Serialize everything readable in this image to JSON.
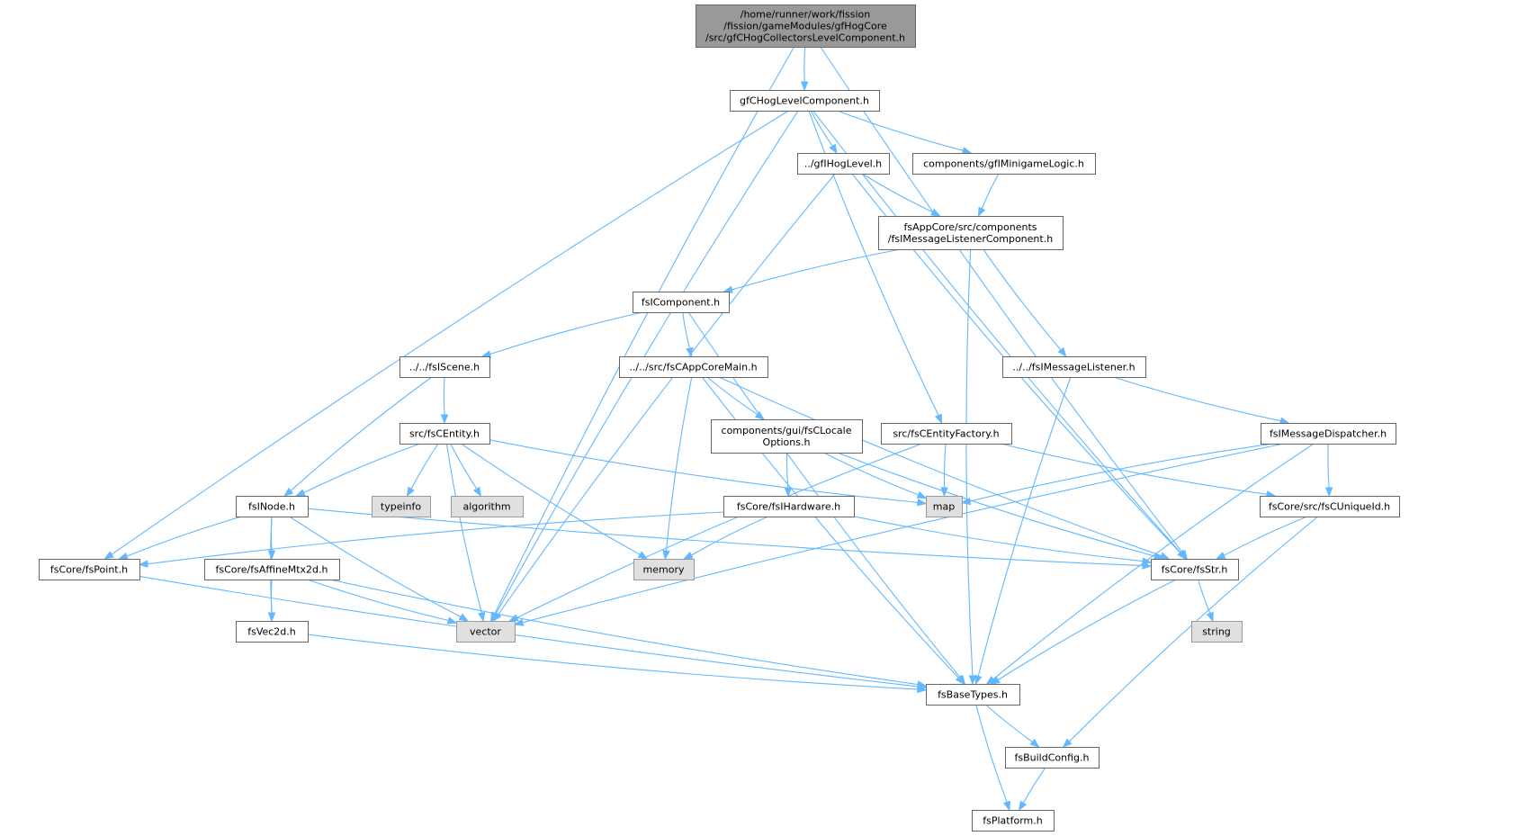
{
  "diagram": {
    "nodes": {
      "root": {
        "lines": [
          "/home/runner/work/fission",
          "/fission/gameModules/gfHogCore",
          "/src/gfCHogCollectorsLevelComponent.h"
        ],
        "kind": "root"
      },
      "hogLevelComponent": {
        "lines": [
          "gfCHogLevelComponent.h"
        ],
        "kind": "file"
      },
      "gfIHogLevel": {
        "lines": [
          "../gfIHogLevel.h"
        ],
        "kind": "file"
      },
      "minigameLogic": {
        "lines": [
          "components/gfIMinigameLogic.h"
        ],
        "kind": "file"
      },
      "msgListenerComponent": {
        "lines": [
          "fsAppCore/src/components",
          "/fsIMessageListenerComponent.h"
        ],
        "kind": "file"
      },
      "fsIComponent": {
        "lines": [
          "fsIComponent.h"
        ],
        "kind": "file"
      },
      "fsIScene": {
        "lines": [
          "../../fsIScene.h"
        ],
        "kind": "file"
      },
      "appCoreMain": {
        "lines": [
          "../../src/fsCAppCoreMain.h"
        ],
        "kind": "file"
      },
      "fsIMessageListener": {
        "lines": [
          "../../fsIMessageListener.h"
        ],
        "kind": "file"
      },
      "fsCEntity": {
        "lines": [
          "src/fsCEntity.h"
        ],
        "kind": "file"
      },
      "localeOptions": {
        "lines": [
          "components/gui/fsCLocale",
          "Options.h"
        ],
        "kind": "file"
      },
      "entityFactory": {
        "lines": [
          "src/fsCEntityFactory.h"
        ],
        "kind": "file"
      },
      "msgDispatcher": {
        "lines": [
          "fsIMessageDispatcher.h"
        ],
        "kind": "file"
      },
      "fsINode": {
        "lines": [
          "fsINode.h"
        ],
        "kind": "file"
      },
      "typeinfo": {
        "lines": [
          "typeinfo"
        ],
        "kind": "sys"
      },
      "algorithm": {
        "lines": [
          "algorithm"
        ],
        "kind": "sys"
      },
      "map": {
        "lines": [
          "map"
        ],
        "kind": "sys"
      },
      "fsIHardware": {
        "lines": [
          "fsCore/fsIHardware.h"
        ],
        "kind": "file"
      },
      "uniqueId": {
        "lines": [
          "fsCore/src/fsCUniqueId.h"
        ],
        "kind": "file"
      },
      "fsPoint": {
        "lines": [
          "fsCore/fsPoint.h"
        ],
        "kind": "file"
      },
      "affineMtx": {
        "lines": [
          "fsCore/fsAffineMtx2d.h"
        ],
        "kind": "file"
      },
      "memory": {
        "lines": [
          "memory"
        ],
        "kind": "sys"
      },
      "fsStr": {
        "lines": [
          "fsCore/fsStr.h"
        ],
        "kind": "file"
      },
      "fsVec2d": {
        "lines": [
          "fsVec2d.h"
        ],
        "kind": "file"
      },
      "vector": {
        "lines": [
          "vector"
        ],
        "kind": "sys"
      },
      "string": {
        "lines": [
          "string"
        ],
        "kind": "sys"
      },
      "fsBaseTypes": {
        "lines": [
          "fsBaseTypes.h"
        ],
        "kind": "file"
      },
      "fsBuildConfig": {
        "lines": [
          "fsBuildConfig.h"
        ],
        "kind": "file"
      },
      "fsPlatform": {
        "lines": [
          "fsPlatform.h"
        ],
        "kind": "file"
      }
    },
    "edges": [
      [
        "root",
        "hogLevelComponent"
      ],
      [
        "root",
        "vector"
      ],
      [
        "root",
        "fsStr"
      ],
      [
        "hogLevelComponent",
        "gfIHogLevel"
      ],
      [
        "hogLevelComponent",
        "minigameLogic"
      ],
      [
        "hogLevelComponent",
        "fsPoint"
      ],
      [
        "hogLevelComponent",
        "vector"
      ],
      [
        "hogLevelComponent",
        "entityFactory"
      ],
      [
        "hogLevelComponent",
        "fsStr"
      ],
      [
        "gfIHogLevel",
        "msgListenerComponent"
      ],
      [
        "gfIHogLevel",
        "vector"
      ],
      [
        "gfIHogLevel",
        "fsStr"
      ],
      [
        "minigameLogic",
        "msgListenerComponent"
      ],
      [
        "msgListenerComponent",
        "fsIComponent"
      ],
      [
        "msgListenerComponent",
        "fsIMessageListener"
      ],
      [
        "msgListenerComponent",
        "fsBaseTypes"
      ],
      [
        "fsIComponent",
        "fsIScene"
      ],
      [
        "fsIComponent",
        "appCoreMain"
      ],
      [
        "fsIComponent",
        "fsBaseTypes"
      ],
      [
        "fsIScene",
        "fsCEntity"
      ],
      [
        "fsIScene",
        "fsINode"
      ],
      [
        "appCoreMain",
        "localeOptions"
      ],
      [
        "appCoreMain",
        "memory"
      ],
      [
        "appCoreMain",
        "fsStr"
      ],
      [
        "appCoreMain",
        "fsBaseTypes"
      ],
      [
        "fsIMessageListener",
        "msgDispatcher"
      ],
      [
        "fsIMessageListener",
        "fsBaseTypes"
      ],
      [
        "fsCEntity",
        "fsINode"
      ],
      [
        "fsCEntity",
        "typeinfo"
      ],
      [
        "fsCEntity",
        "algorithm"
      ],
      [
        "fsCEntity",
        "map"
      ],
      [
        "fsCEntity",
        "memory"
      ],
      [
        "fsCEntity",
        "vector"
      ],
      [
        "localeOptions",
        "fsIHardware"
      ],
      [
        "localeOptions",
        "map"
      ],
      [
        "localeOptions",
        "fsStr"
      ],
      [
        "entityFactory",
        "map"
      ],
      [
        "entityFactory",
        "uniqueId"
      ],
      [
        "entityFactory",
        "vector"
      ],
      [
        "msgDispatcher",
        "map"
      ],
      [
        "msgDispatcher",
        "uniqueId"
      ],
      [
        "msgDispatcher",
        "vector"
      ],
      [
        "msgDispatcher",
        "fsBaseTypes"
      ],
      [
        "fsINode",
        "fsPoint"
      ],
      [
        "fsINode",
        "affineMtx"
      ],
      [
        "fsINode",
        "fsVec2d"
      ],
      [
        "fsINode",
        "vector"
      ],
      [
        "fsINode",
        "fsStr"
      ],
      [
        "fsIHardware",
        "fsPoint"
      ],
      [
        "fsIHardware",
        "memory"
      ],
      [
        "fsIHardware",
        "fsStr"
      ],
      [
        "uniqueId",
        "fsStr"
      ],
      [
        "uniqueId",
        "fsBuildConfig"
      ],
      [
        "fsPoint",
        "fsBaseTypes"
      ],
      [
        "affineMtx",
        "fsVec2d"
      ],
      [
        "affineMtx",
        "vector"
      ],
      [
        "affineMtx",
        "fsBaseTypes"
      ],
      [
        "fsStr",
        "string"
      ],
      [
        "fsStr",
        "fsBaseTypes"
      ],
      [
        "fsVec2d",
        "fsBaseTypes"
      ],
      [
        "fsBaseTypes",
        "fsBuildConfig"
      ],
      [
        "fsBaseTypes",
        "fsPlatform"
      ],
      [
        "fsBuildConfig",
        "fsPlatform"
      ]
    ]
  }
}
